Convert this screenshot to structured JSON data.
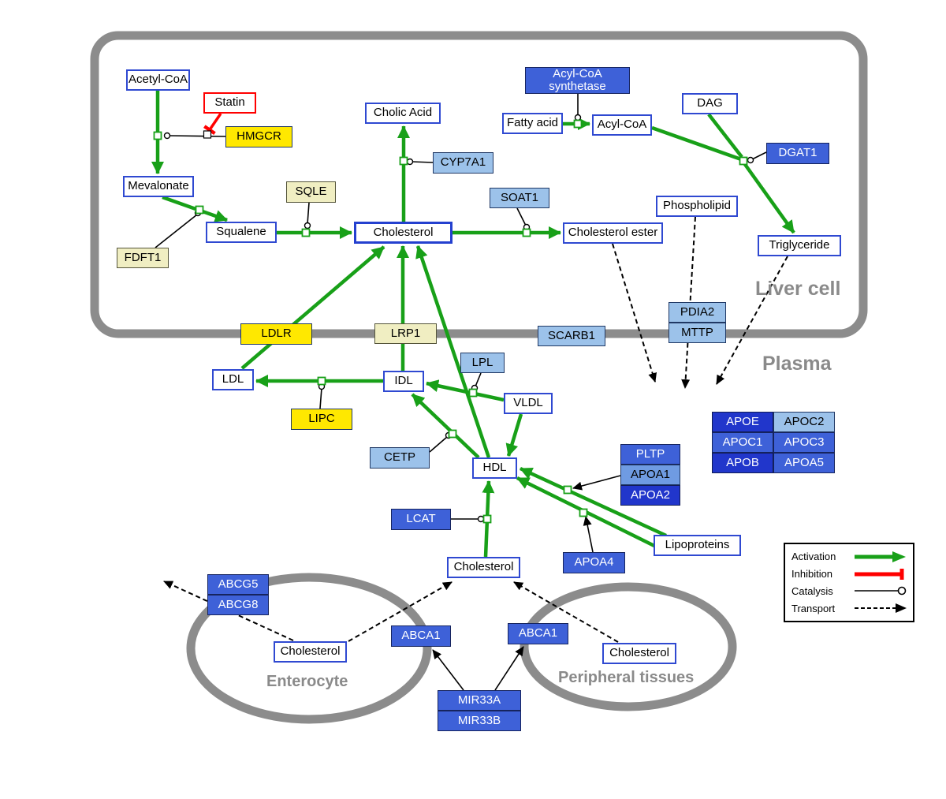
{
  "compartments": {
    "liver": "Liver cell",
    "plasma": "Plasma",
    "enterocyte": "Enterocyte",
    "peripheral": "Peripheral tissues"
  },
  "nodes": {
    "acetyl_coa": "Acetyl-CoA",
    "statin": "Statin",
    "hmgcr": "HMGCR",
    "mevalonate": "Mevalonate",
    "fdft1": "FDFT1",
    "sqle": "SQLE",
    "squalene": "Squalene",
    "cholic_acid": "Cholic Acid",
    "cyp7a1": "CYP7A1",
    "cholesterol_liver": "Cholesterol",
    "soat1": "SOAT1",
    "cholesterol_ester": "Cholesterol ester",
    "acyl_coa_synthetase": "Acyl-CoA synthetase",
    "fatty_acid": "Fatty acid",
    "acyl_coa": "Acyl-CoA",
    "dag": "DAG",
    "dgat1": "DGAT1",
    "phospholipid": "Phospholipid",
    "triglyceride": "Triglyceride",
    "ldlr": "LDLR",
    "lrp1": "LRP1",
    "scarb1": "SCARB1",
    "pdia2": "PDIA2",
    "mttp": "MTTP",
    "ldl": "LDL",
    "idl": "IDL",
    "lpl": "LPL",
    "vldl": "VLDL",
    "lipc": "LIPC",
    "cetp": "CETP",
    "hdl": "HDL",
    "pltp": "PLTP",
    "apoa1": "APOA1",
    "apoa2": "APOA2",
    "lcat": "LCAT",
    "apoa4": "APOA4",
    "lipoproteins": "Lipoproteins",
    "cholesterol_plasma": "Cholesterol",
    "abcg5": "ABCG5",
    "abcg8": "ABCG8",
    "cholesterol_enterocyte": "Cholesterol",
    "abca1_enterocyte": "ABCA1",
    "abca1_peripheral": "ABCA1",
    "cholesterol_peripheral": "Cholesterol",
    "mir33a": "MIR33A",
    "mir33b": "MIR33B"
  },
  "apo_table": {
    "rows": [
      [
        "APOE",
        "APOC2"
      ],
      [
        "APOC1",
        "APOC3"
      ],
      [
        "APOB",
        "APOA5"
      ]
    ]
  },
  "legend": {
    "activation": "Activation",
    "inhibition": "Inhibition",
    "catalysis": "Catalysis",
    "transport": "Transport"
  },
  "colors": {
    "activation_green": "#18a018",
    "inhibition_red": "#ff0000",
    "membrane_gray": "#8c8c8c",
    "metabolite_border_blue": "#2f49d1",
    "gene_yellow": "#ffe800",
    "gene_pale_yellow": "#f0eec2",
    "gene_blue_light": "#9cc2ea",
    "gene_blue_medium": "#3e61d8",
    "gene_blue_dark": "#2136cb"
  }
}
